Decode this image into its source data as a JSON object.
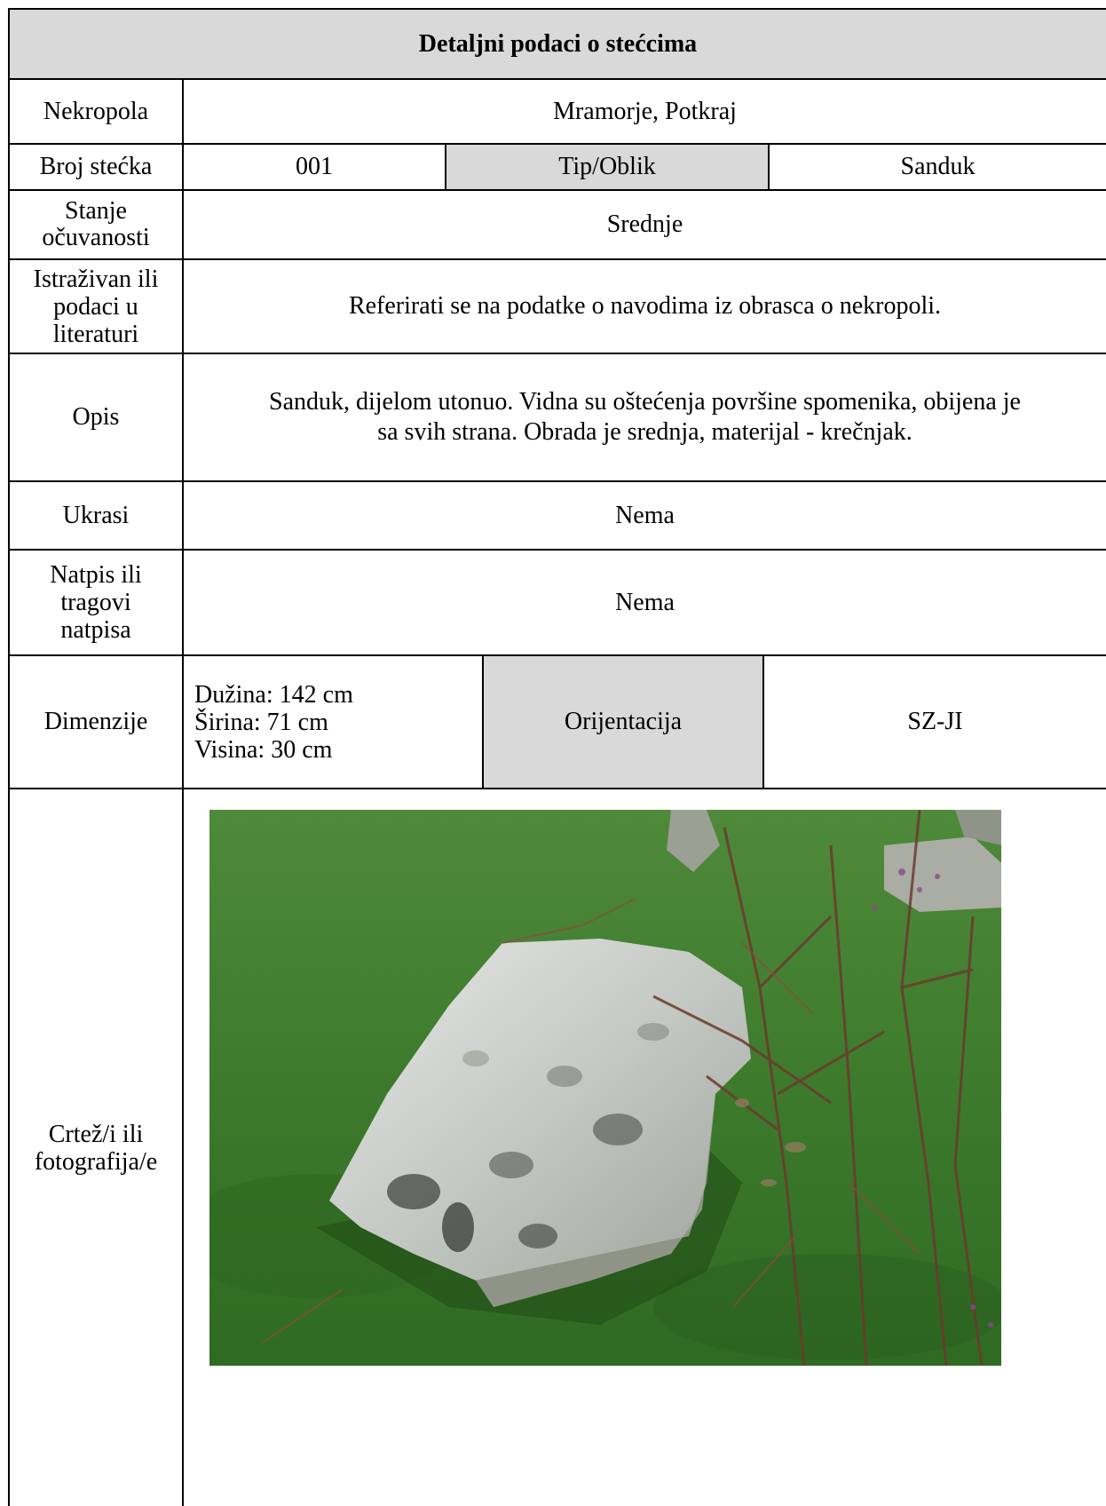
{
  "header": {
    "title": "Detaljni podaci o stećcima"
  },
  "rows": {
    "nekropola": {
      "label": "Nekropola",
      "value": "Mramorje, Potkraj"
    },
    "broj": {
      "label": "Broj stećka",
      "value": "001",
      "type_label": "Tip/Oblik",
      "type_value": "Sanduk"
    },
    "stanje": {
      "label_line1": "Stanje",
      "label_line2": "očuvanosti",
      "value": "Srednje"
    },
    "istrazivan": {
      "label_line1": "Istraživan ili",
      "label_line2": "podaci u",
      "label_line3": "literaturi",
      "value": "Referirati se na podatke o navodima iz obrasca o nekropoli."
    },
    "opis": {
      "label": "Opis",
      "value_line1": "Sanduk, dijelom utonuo. Vidna su oštećenja površine spomenika, obijena je",
      "value_line2": "sa svih strana. Obrada je srednja, materijal - krečnjak."
    },
    "ukrasi": {
      "label": "Ukrasi",
      "value": "Nema"
    },
    "natpis": {
      "label_line1": "Natpis ili",
      "label_line2": "tragovi",
      "label_line3": "natpisa",
      "value": "Nema"
    },
    "dimenzije": {
      "label": "Dimenzije",
      "duzina": "Dužina: 142 cm",
      "sirina": "Širina: 71 cm",
      "visina": "Visina: 30 cm",
      "orientation_label": "Orijentacija",
      "orientation_value": "SZ-JI"
    },
    "crtez": {
      "label_line1": "Crtež/i ili",
      "label_line2": "fotografija/e"
    }
  },
  "colors": {
    "header_bg": "#d9d9d9",
    "border": "#000000",
    "grass": "#3f7a2a",
    "stone": "#c9ccc8"
  },
  "photo": {
    "icon": "stecak-photo"
  }
}
